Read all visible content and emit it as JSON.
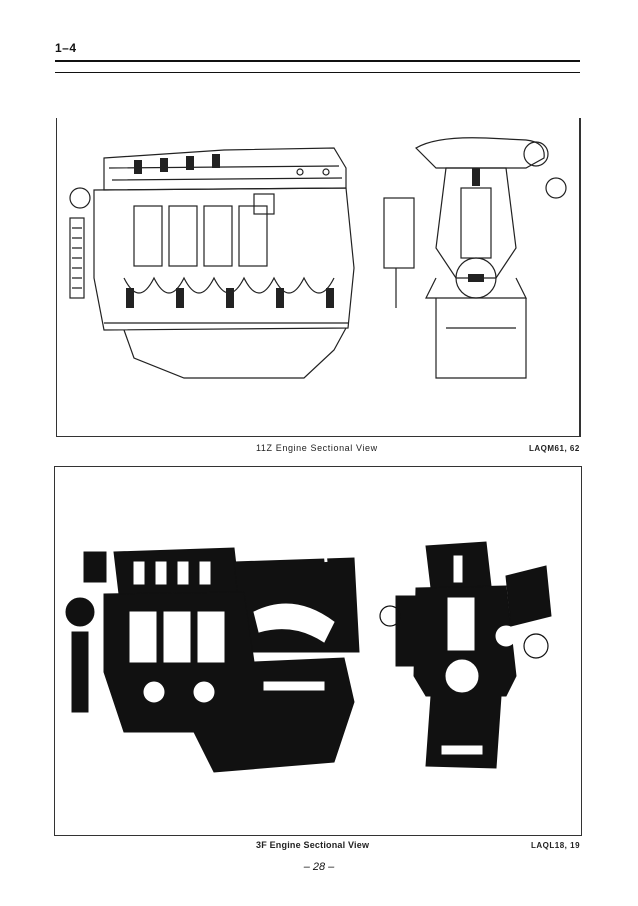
{
  "header": {
    "page_number": "1–4"
  },
  "figures": [
    {
      "caption": "11Z Engine Sectional View",
      "code": "LAQM61, 62"
    },
    {
      "caption": "3F Engine Sectional View",
      "code": "LAQL18, 19"
    }
  ],
  "footer": {
    "page": "– 28 –"
  }
}
